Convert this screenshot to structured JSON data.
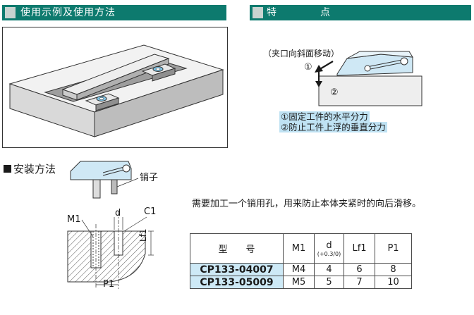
{
  "headers": {
    "usage": "使用示例及使用方法",
    "features": "特　点"
  },
  "features_diagram": {
    "clamp_direction": "（夹口向斜面移动）",
    "arrow1": "①",
    "arrow2": "②",
    "items": [
      "①固定工件的水平分力",
      "②防止工件上浮的垂直分力"
    ]
  },
  "install": {
    "title": "安装方法",
    "pin_label": "销子",
    "note": "需要加工一个销用孔，用来防止本体夹紧时的向后滑移。",
    "dim_labels": {
      "d": "d",
      "c1": "C1",
      "m1": "M1",
      "lf1": "Lf1",
      "p1": "P1"
    }
  },
  "spec_table": {
    "headers": {
      "model": "型　　号",
      "m1": "M1",
      "d": "d",
      "d_tol": "(+0.3/0)",
      "lf1": "Lf1",
      "p1": "P1"
    },
    "rows": [
      {
        "model": "CP133-04007",
        "m1": "M4",
        "d": "4",
        "lf1": "6",
        "p1": "8"
      },
      {
        "model": "CP133-05009",
        "m1": "M5",
        "d": "5",
        "lf1": "7",
        "p1": "10"
      }
    ]
  },
  "colors": {
    "header_bg": "#0d7a6e",
    "highlight": "#cde9f6",
    "arrow": "#1a1a1a"
  }
}
